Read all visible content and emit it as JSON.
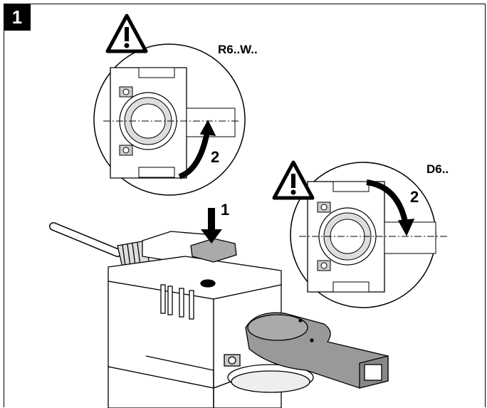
{
  "step": {
    "number": "1"
  },
  "callouts": {
    "r6": {
      "model": "R6..W..",
      "arrow_step": "2"
    },
    "d6": {
      "model": "D6..",
      "arrow_step": "2"
    }
  },
  "actuator": {
    "press_step": "1"
  },
  "icons": {
    "warning": "warning-triangle-icon"
  }
}
